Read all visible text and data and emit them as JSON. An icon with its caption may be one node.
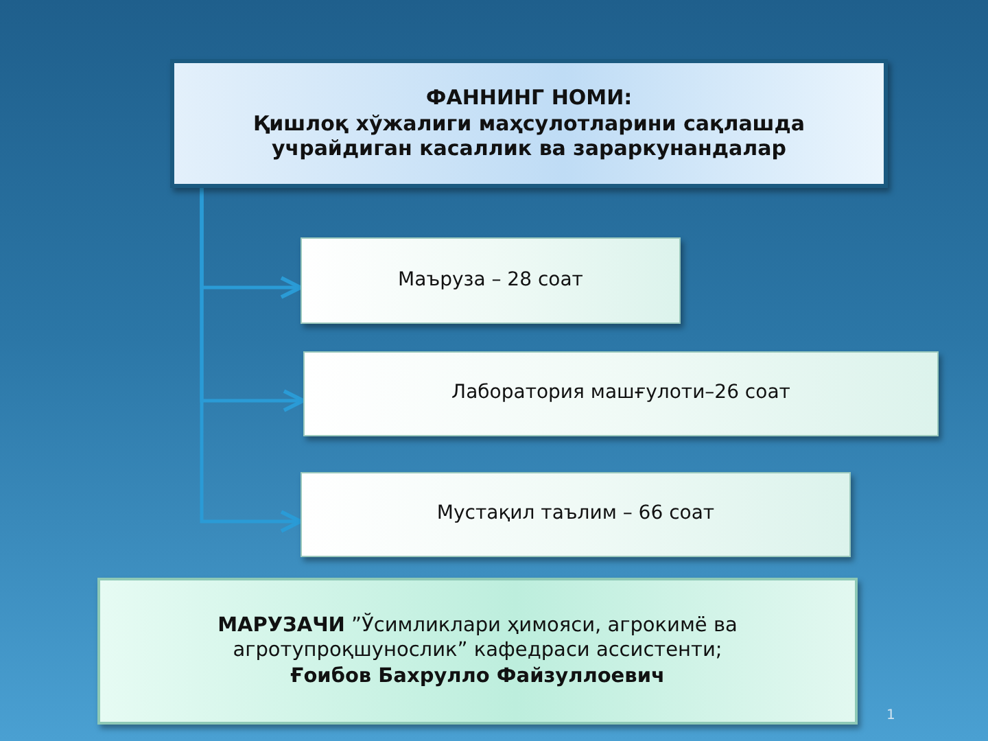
{
  "diagram": {
    "nodes": [
      {
        "text": [
          "ФАННИНГ НОМИ:",
          "Қишлоқ хўжалиги маҳсулотларини сақлашда учрайдиган касаллик ва зараркунандалар"
        ]
      },
      {
        "text": [
          "Маъруза – 28 соат"
        ]
      },
      {
        "text": [
          "Лаборатория машғулоти–26 соат"
        ]
      },
      {
        "text": [
          "Мустақил таълим – 66 соат"
        ]
      },
      {
        "text": [
          "**МАРУЗАЧИ** ”Ўсимликлари ҳимояси, агрокимё ва агротупроқшунослик” кафедраси ассистенти;",
          "Ғоибов Бахрулло Файзуллоевич"
        ]
      }
    ],
    "edges": [
      {
        "from": 0,
        "to": 1,
        "arrow": "to"
      },
      {
        "from": 0,
        "to": 2,
        "arrow": "to"
      },
      {
        "from": 0,
        "to": 3,
        "arrow": "to"
      }
    ],
    "labels": [
      "1"
    ]
  }
}
